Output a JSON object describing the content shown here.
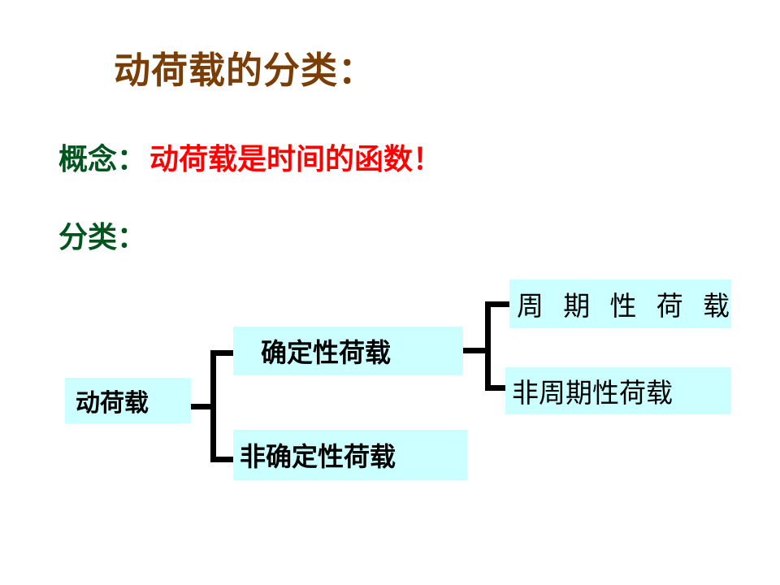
{
  "slide": {
    "title": "动荷载的分类：",
    "title_color": "#7a3d05",
    "background_color": "#ffffff"
  },
  "concept": {
    "label": "概念：",
    "label_color": "#00541d",
    "value": "动荷载是时间的函数！",
    "value_color": "#ff0000"
  },
  "classification": {
    "label": "分类：",
    "label_color": "#00541d"
  },
  "diagram": {
    "node_fill_color": "#ccffff",
    "connector_color": "#000000",
    "root": {
      "label": "动荷载"
    },
    "level2": [
      {
        "label": "确定性荷载"
      },
      {
        "label": "非确定性荷载"
      }
    ],
    "level3": [
      {
        "label": "周 期 性 荷 载"
      },
      {
        "label": "非周期性荷载"
      }
    ]
  }
}
